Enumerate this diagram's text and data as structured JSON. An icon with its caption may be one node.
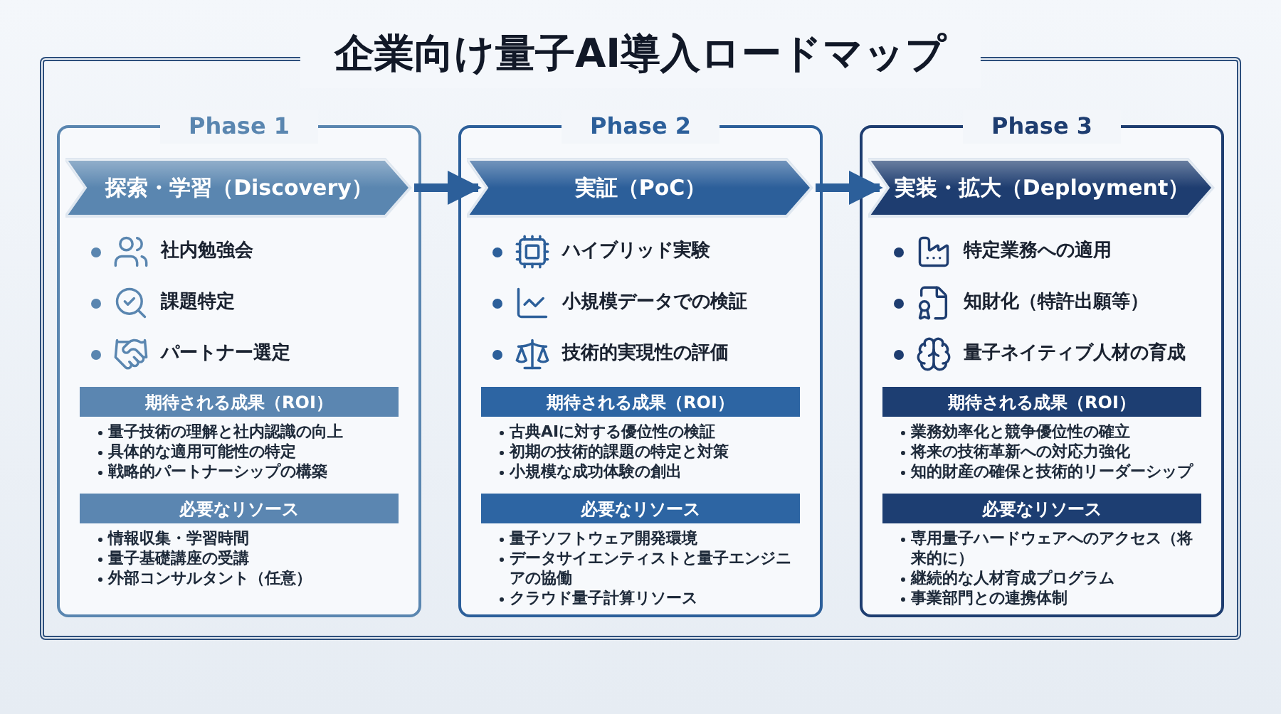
{
  "diagram": {
    "title": "企業向け量子AI導入ロードマップ",
    "nodes": [
      {
        "text": [
          "Phase 1"
        ]
      },
      {
        "text": [
          "探索・学習（Discovery）"
        ],
        "in": 0
      },
      {
        "text": [
          "期待される成果（ROI）"
        ],
        "in": 0,
        "beside": [
          "量子技術の理解と社内認識の向上",
          "具体的な適用可能性の特定",
          "戦略的パートナーシップの構築"
        ]
      },
      {
        "text": [
          "必要なリソース"
        ],
        "in": 0,
        "beside": [
          "情報収集・学習時間",
          "量子基礎講座の受講",
          "外部コンサルタント（任意）"
        ]
      },
      {
        "text": [
          "Phase 2"
        ]
      },
      {
        "text": [
          "実証（PoC）"
        ],
        "in": 4
      },
      {
        "text": [
          "期待される成果（ROI）"
        ],
        "in": 4,
        "beside": [
          "古典AIに対する優位性の検証",
          "初期の技術的課題の特定と対策",
          "小規模な成功体験の創出"
        ]
      },
      {
        "text": [
          "必要なリソース"
        ],
        "in": 4,
        "beside": [
          "量子ソフトウェア開発環境",
          "データサイエンティストと量子エンジニアの協働",
          "クラウド量子計算リソース"
        ]
      },
      {
        "text": [
          "Phase 3"
        ]
      },
      {
        "text": [
          "実装・拡大（Deployment）"
        ],
        "in": 8
      },
      {
        "text": [
          "期待される成果（ROI）"
        ],
        "in": 8,
        "beside": [
          "業務効率化と競争優位性の確立",
          "将来の技術革新への対応力強化",
          "知的財産の確保と技術的リーダーシップ"
        ]
      },
      {
        "text": [
          "必要なリソース"
        ],
        "in": 8,
        "beside": [
          "専用量子ハードウェアへのアクセス（将来的に）",
          "継続的な人材育成プログラム",
          "事業部門との連携体制"
        ]
      }
    ],
    "edges": [
      {
        "from": 1,
        "to": 5,
        "arrow": "to"
      },
      {
        "from": 5,
        "to": 9,
        "arrow": "to"
      }
    ],
    "labels": [
      "社内勉強会",
      "課題特定",
      "パートナー選定",
      "ハイブリッド実験",
      "小規模データでの検証",
      "技術的実現性の評価",
      "特定業務への適用",
      "知財化（特許出願等）",
      "量子ネイティブ人材の育成"
    ]
  }
}
